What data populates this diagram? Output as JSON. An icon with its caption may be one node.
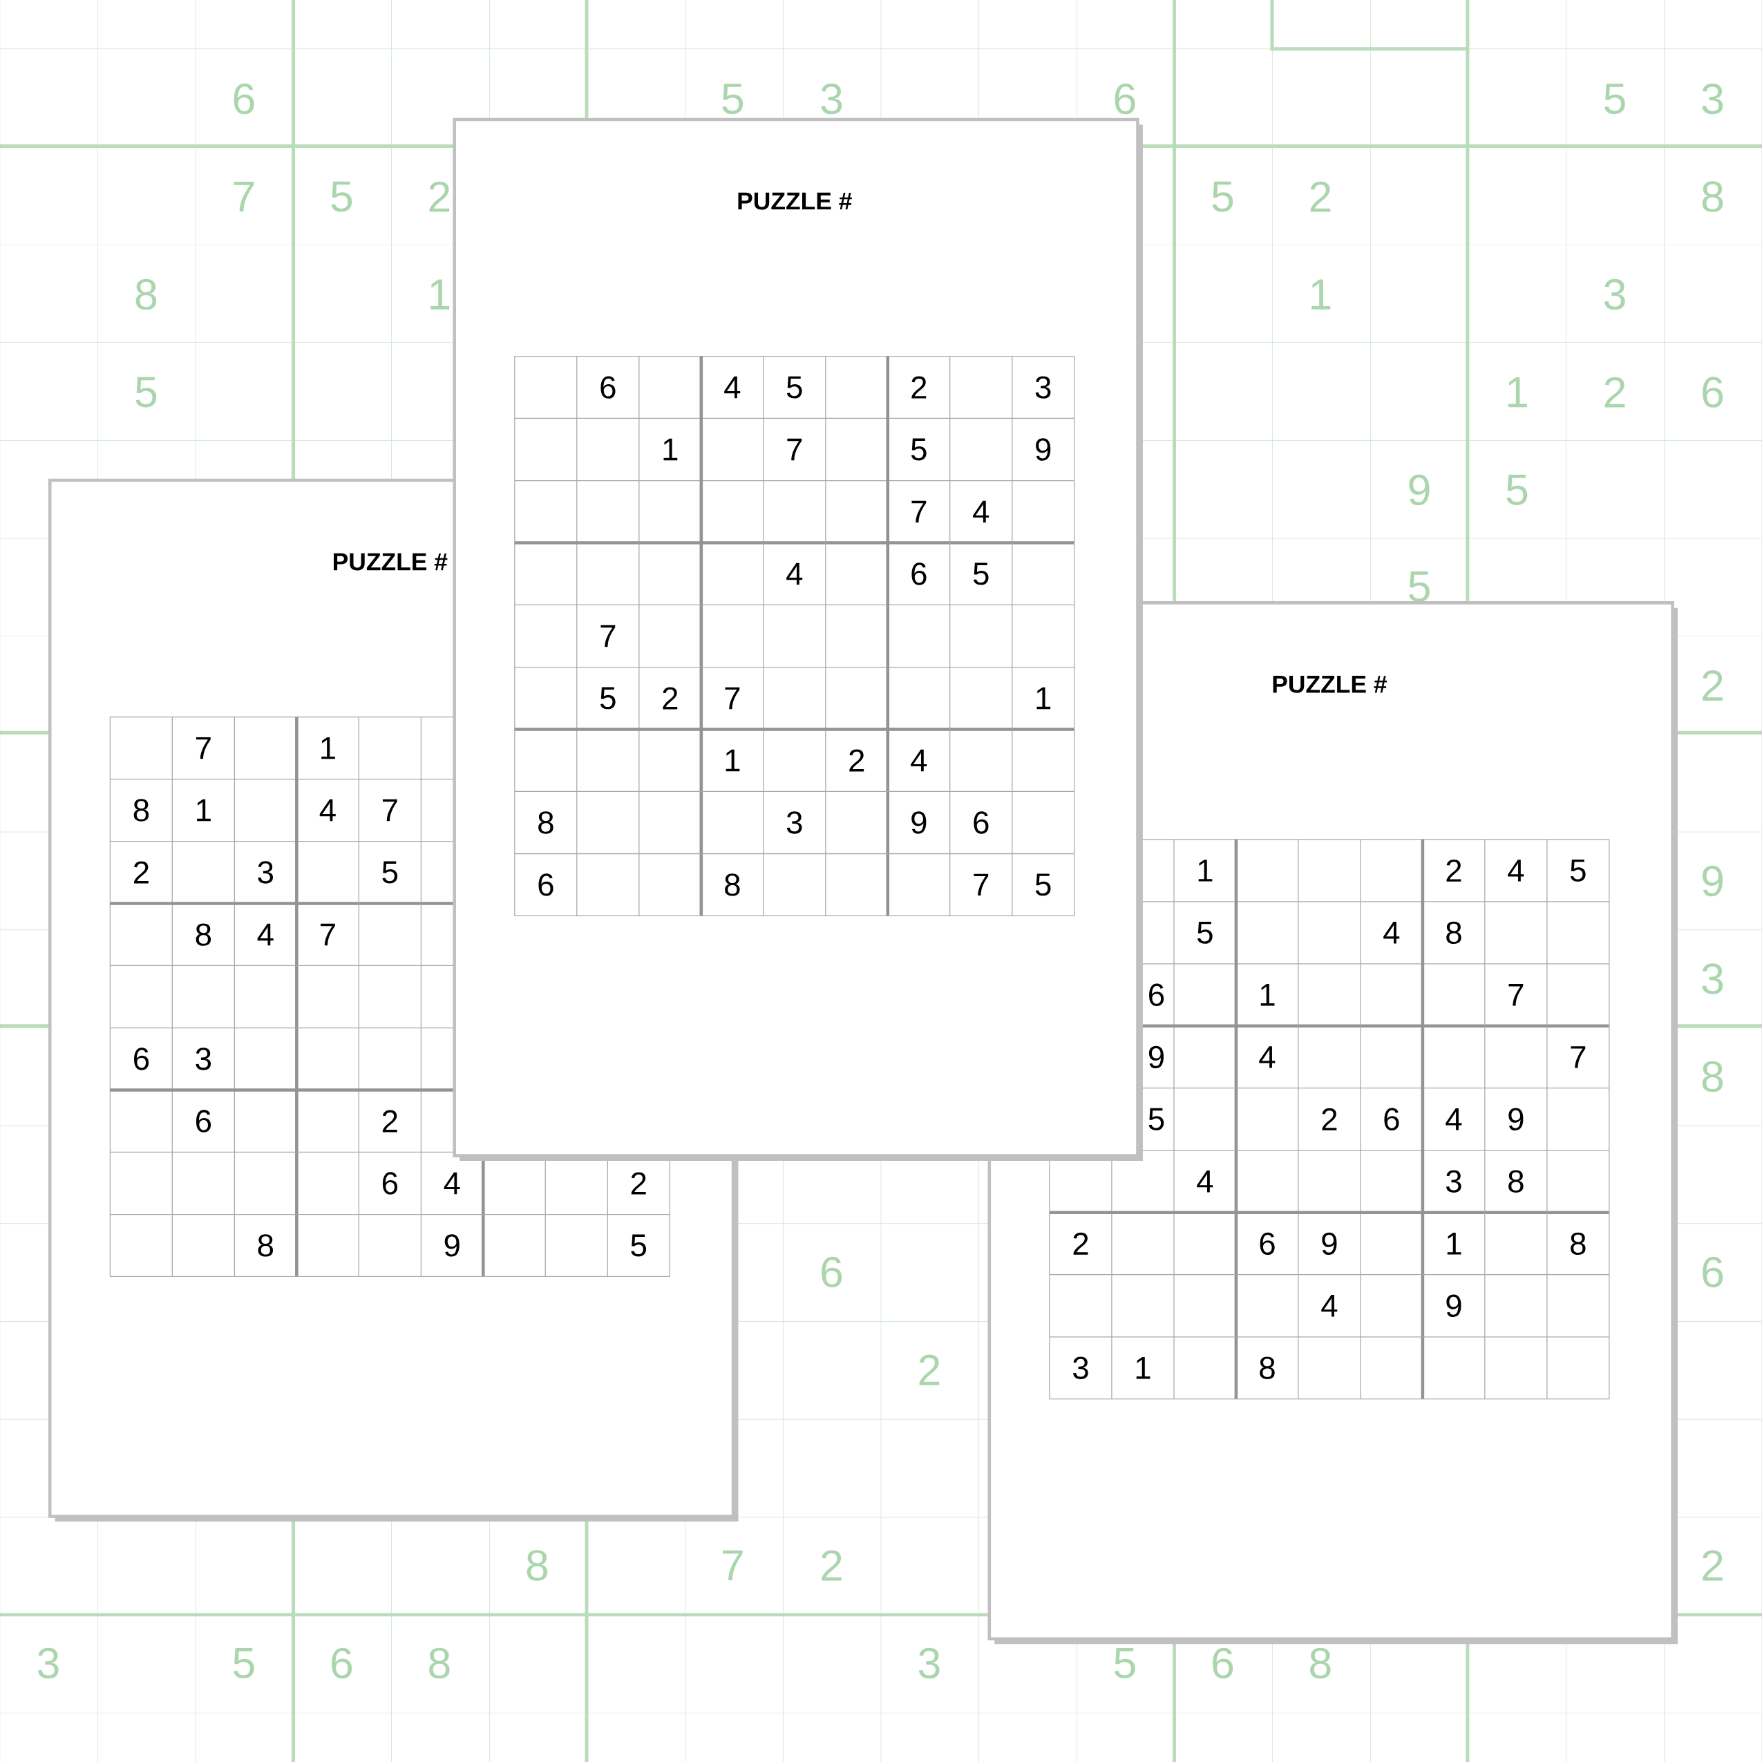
{
  "diagram": {
    "nodes": [
      {
        "text": [
          "PUZZLE #"
        ]
      },
      {
        "text": [
          "PUZZLE #"
        ]
      },
      {
        "text": [
          "PUZZLE #"
        ]
      }
    ],
    "labels": [
      "6",
      "5",
      "3",
      "6",
      "5",
      "3",
      "7",
      "5",
      "2",
      "5",
      "2",
      "8",
      "8",
      "1",
      "1",
      "3",
      "5",
      "1",
      "2",
      "6",
      "9",
      "5",
      "5",
      "2",
      "9",
      "3",
      "8",
      "6",
      "6",
      "2",
      "8",
      "7",
      "2",
      "2",
      "3",
      "5",
      "6",
      "8",
      "3",
      "5",
      "6",
      "8",
      "6",
      "4",
      "5",
      "2",
      "3",
      "1",
      "7",
      "5",
      "9",
      "7",
      "4",
      "4",
      "6",
      "5",
      "7",
      "5",
      "2",
      "7",
      "1",
      "1",
      "2",
      "4",
      "8",
      "3",
      "9",
      "6",
      "6",
      "8",
      "7",
      "5",
      "7",
      "1",
      "8",
      "1",
      "4",
      "7",
      "2",
      "3",
      "5",
      "8",
      "4",
      "7",
      "6",
      "3",
      "6",
      "2",
      "6",
      "4",
      "2",
      "8",
      "9",
      "5",
      "1",
      "2",
      "4",
      "5",
      "5",
      "4",
      "8",
      "6",
      "1",
      "7",
      "9",
      "4",
      "7",
      "5",
      "2",
      "6",
      "4",
      "9",
      "4",
      "3",
      "8",
      "2",
      "6",
      "9",
      "1",
      "8",
      "4",
      "9",
      "3",
      "1",
      "8"
    ]
  }
}
